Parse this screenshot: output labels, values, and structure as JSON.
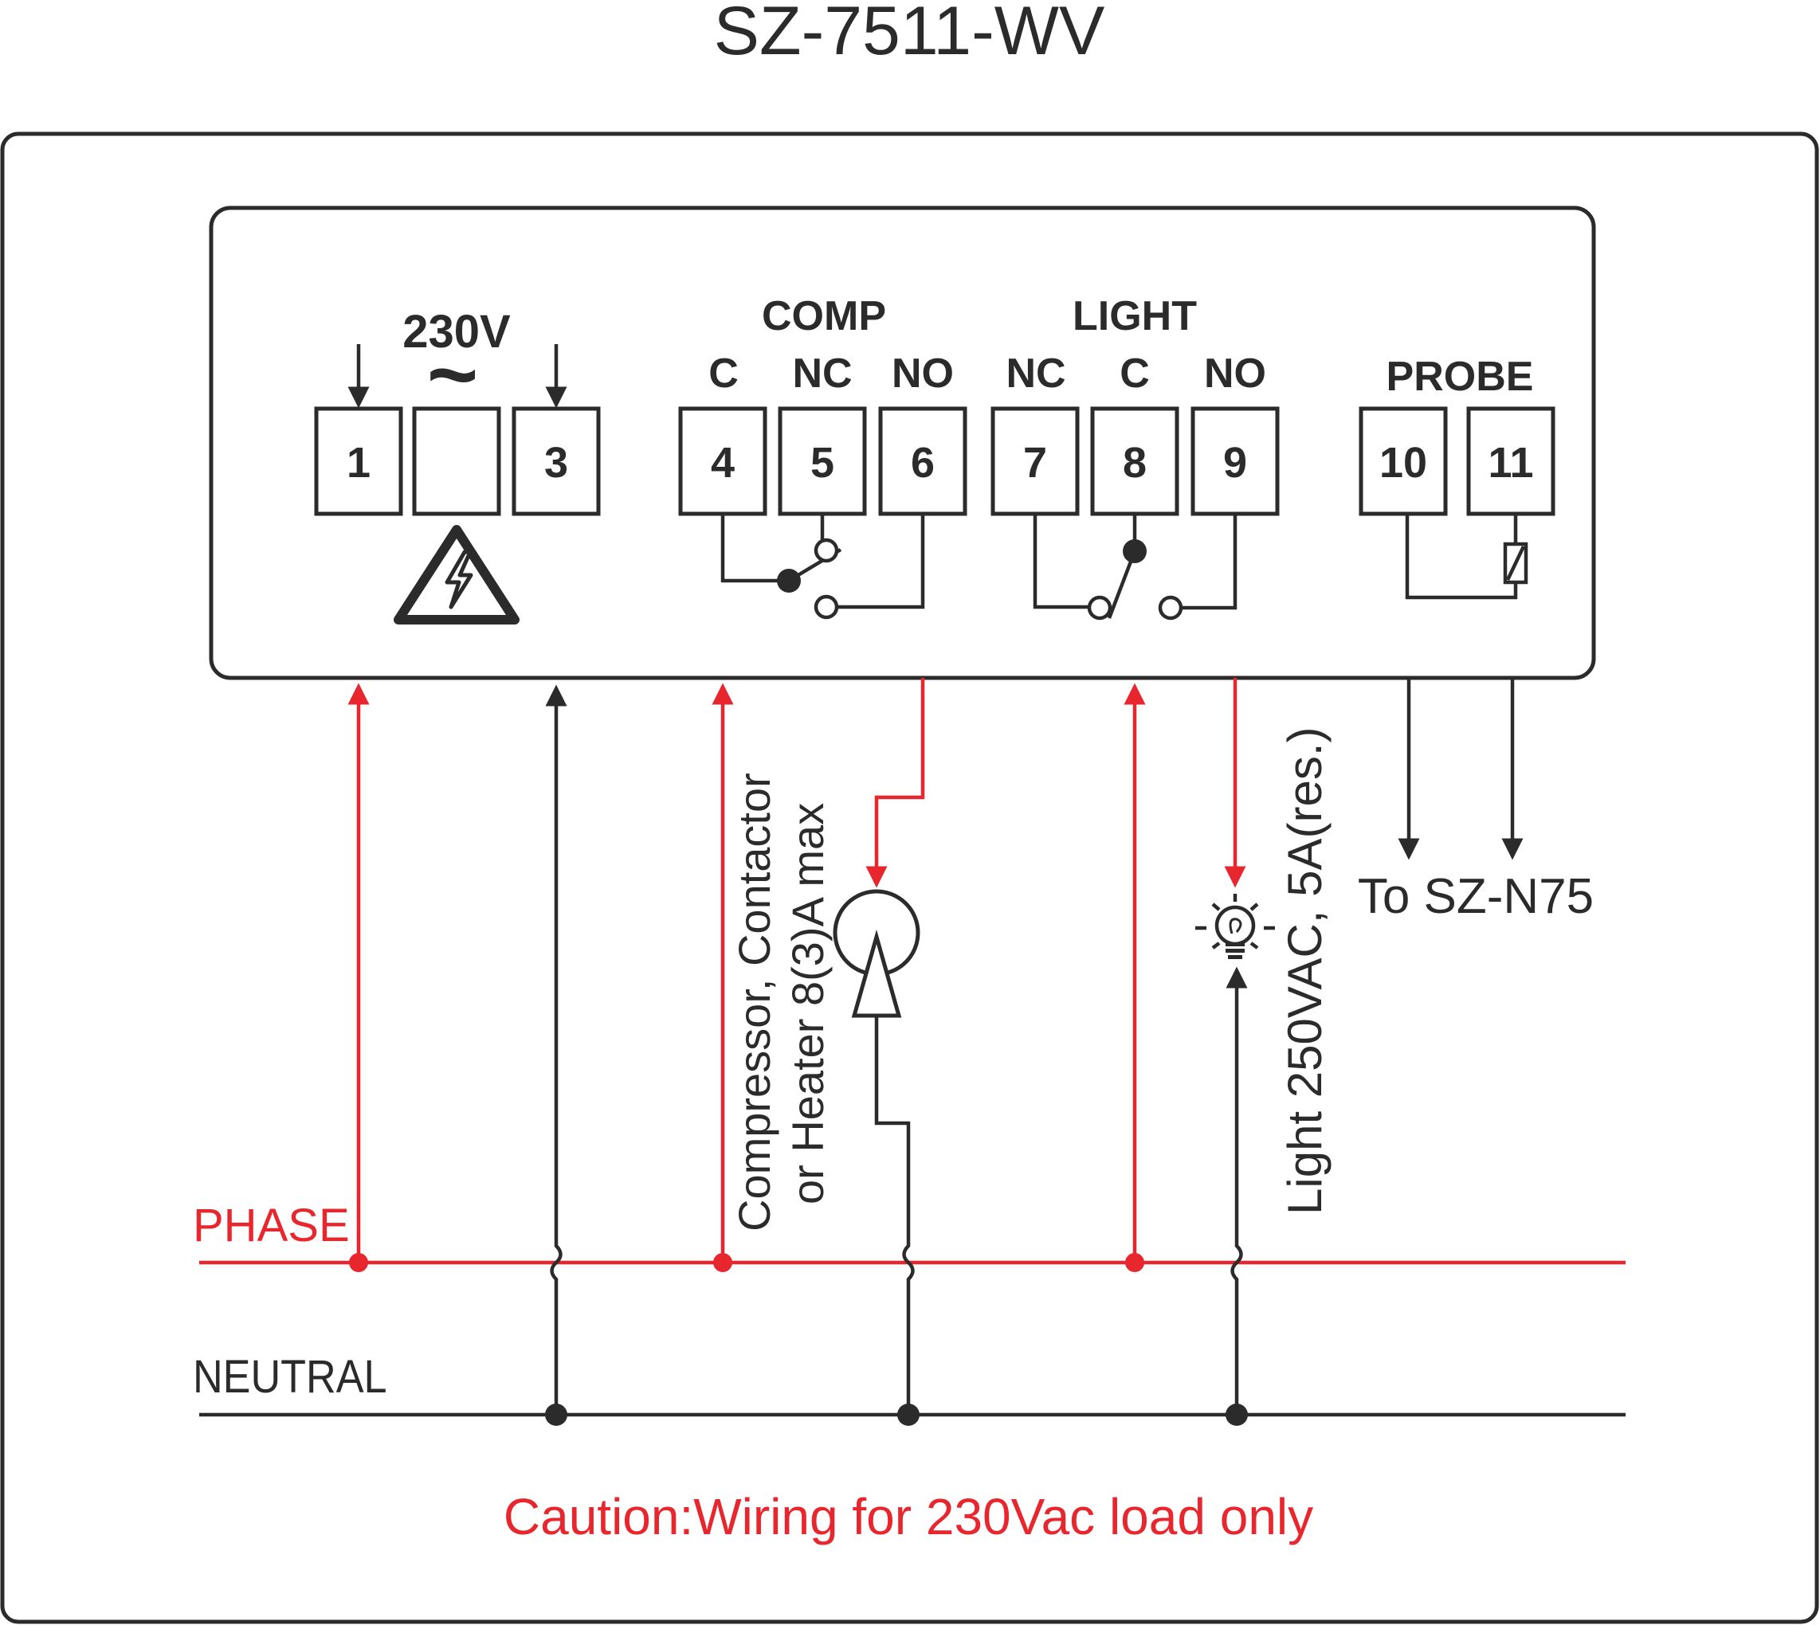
{
  "title": "SZ-7511-WV",
  "colors": {
    "ink": "#2b2b2b",
    "phase": "#e8262d",
    "background": "#ffffff"
  },
  "power": {
    "label": "230V",
    "ac_symbol": "~",
    "warning_icon": "high-voltage-warning-icon"
  },
  "groups": {
    "comp": "COMP",
    "light": "LIGHT",
    "probe": "PROBE"
  },
  "contacts": {
    "comp": [
      "C",
      "NC",
      "NO"
    ],
    "light": [
      "NC",
      "C",
      "NO"
    ]
  },
  "terminals": [
    "1",
    "",
    "3",
    "4",
    "5",
    "6",
    "7",
    "8",
    "9",
    "10",
    "11"
  ],
  "lines": {
    "phase": "PHASE",
    "neutral": "NEUTRAL"
  },
  "loads": {
    "compressor_line1": "Compressor, Contactor",
    "compressor_line2": "or Heater 8(3)A max",
    "light": "Light 250VAC, 5A(res.)",
    "probe_dest": "To SZ-N75"
  },
  "caution": "Caution:Wiring for 230Vac load only"
}
